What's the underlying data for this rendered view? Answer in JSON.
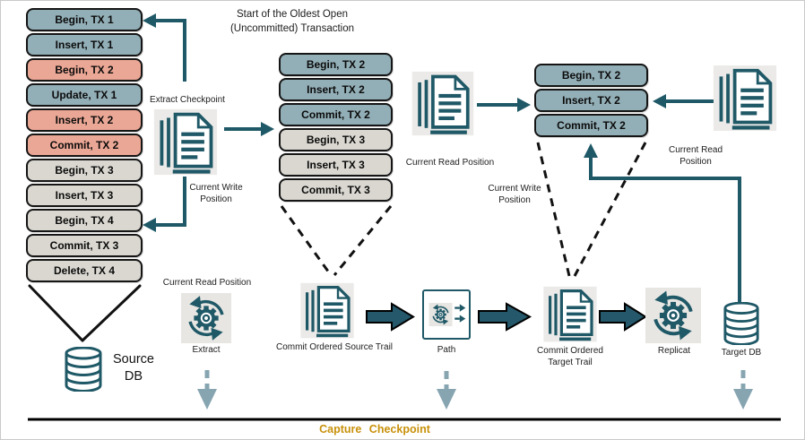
{
  "title": {
    "line1": "Start of the Oldest Open",
    "line2": "(Uncommitted) Transaction"
  },
  "left_stack": {
    "rows": [
      {
        "label": "Begin, TX 1",
        "tone": "blue"
      },
      {
        "label": "Insert, TX 1",
        "tone": "blue"
      },
      {
        "label": "Begin, TX 2",
        "tone": "salmon"
      },
      {
        "label": "Update, TX 1",
        "tone": "blue"
      },
      {
        "label": "Insert, TX 2",
        "tone": "salmon"
      },
      {
        "label": "Commit, TX 2",
        "tone": "salmon"
      },
      {
        "label": "Begin, TX 3",
        "tone": "gray"
      },
      {
        "label": "Insert, TX 3",
        "tone": "gray"
      },
      {
        "label": "Begin, TX 4",
        "tone": "gray"
      },
      {
        "label": "Commit, TX 3",
        "tone": "gray"
      },
      {
        "label": "Delete, TX 4",
        "tone": "gray"
      }
    ]
  },
  "middle_stack": {
    "rows": [
      {
        "label": "Begin, TX 2",
        "tone": "blue"
      },
      {
        "label": "Insert, TX 2",
        "tone": "blue"
      },
      {
        "label": "Commit, TX 2",
        "tone": "blue"
      },
      {
        "label": "Begin, TX 3",
        "tone": "gray"
      },
      {
        "label": "Insert, TX 3",
        "tone": "gray"
      },
      {
        "label": "Commit, TX 3",
        "tone": "gray"
      }
    ]
  },
  "right_stack": {
    "rows": [
      {
        "label": "Begin, TX 2",
        "tone": "blue"
      },
      {
        "label": "Insert, TX 2",
        "tone": "blue"
      },
      {
        "label": "Commit, TX 2",
        "tone": "blue"
      }
    ]
  },
  "labels": {
    "extract_checkpoint": "Extract Checkpoint",
    "current_write_position_left": "Current Write Position",
    "current_write_position_right": "Current Write Position",
    "current_read_position_mid": "Current Read Position",
    "current_read_position_right": "Current Read Position",
    "current_read_position_extract": "Current Read Position",
    "extract": "Extract",
    "commit_ordered_source_trail": "Commit Ordered Source Trail",
    "path": "Path",
    "commit_ordered_target_trail": "Commit Ordered Target Trail",
    "replicat": "Replicat",
    "target_db": "Target DB",
    "source_db": "Source DB",
    "capture_checkpoint": "Capture Checkpoint"
  },
  "icons": {
    "document_stack": "trail-file-document-stack-icon",
    "gear_sync": "process-gear-with-circular-arrows-icon",
    "path_box": "path-process-box-icon",
    "database": "database-cylinder-icon"
  },
  "colors": {
    "teal": "#1f5866",
    "block_arrow_fill": "#24586a",
    "box_blue": "#92aeb6",
    "box_salmon": "#eba795",
    "box_gray": "#d9d7d0",
    "icon_bg": "#ebeae8",
    "accent_gold": "#c8910b",
    "muted_arrow": "#87a5b1",
    "funnel_line": "#111111"
  }
}
